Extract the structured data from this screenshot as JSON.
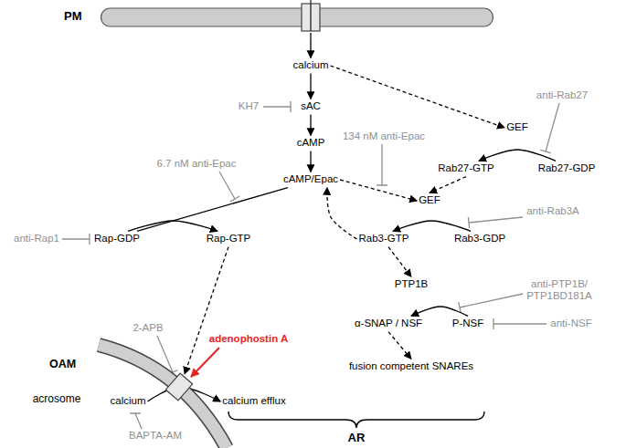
{
  "diagram": {
    "nodes": [
      {
        "text": [
          "PM"
        ]
      },
      {
        "text": [
          "calcium"
        ]
      },
      {
        "text": [
          "sAC"
        ]
      },
      {
        "text": [
          "cAMP"
        ]
      },
      {
        "text": [
          "cAMP/Epac"
        ]
      },
      {
        "text": [
          "Rap-GDP"
        ]
      },
      {
        "text": [
          "Rap-GTP"
        ]
      },
      {
        "text": [
          "GEF"
        ]
      },
      {
        "text": [
          "Rab27-GTP"
        ]
      },
      {
        "text": [
          "Rab27-GDP"
        ]
      },
      {
        "text": [
          "GEF"
        ]
      },
      {
        "text": [
          "Rab3-GTP"
        ]
      },
      {
        "text": [
          "Rab3-GDP"
        ]
      },
      {
        "text": [
          "PTP1B"
        ]
      },
      {
        "text": [
          "α-SNAP / NSF"
        ]
      },
      {
        "text": [
          "P-NSF"
        ]
      },
      {
        "text": [
          "fusion competent SNAREs"
        ]
      },
      {
        "text": [
          "OAM"
        ]
      },
      {
        "text": [
          "calcium"
        ]
      },
      {
        "text": [
          "calcium efflux"
        ]
      }
    ],
    "edges": [
      {
        "from": 0,
        "to": 1,
        "arrow": "to"
      },
      {
        "from": 1,
        "to": 2,
        "arrow": "to"
      },
      {
        "from": 2,
        "to": 3,
        "arrow": "to"
      },
      {
        "from": 3,
        "to": 4,
        "arrow": "to"
      },
      {
        "from": 1,
        "to": 7,
        "arrow": "to"
      },
      {
        "from": 9,
        "to": 8,
        "arrow": "to"
      },
      {
        "from": 8,
        "to": 10,
        "arrow": "to"
      },
      {
        "from": 4,
        "to": 10,
        "arrow": "to"
      },
      {
        "from": 12,
        "to": 11,
        "arrow": "to"
      },
      {
        "from": 11,
        "to": 4,
        "arrow": "to"
      },
      {
        "from": 4,
        "to": 5,
        "arrow": "none"
      },
      {
        "from": 5,
        "to": 6,
        "arrow": "to"
      },
      {
        "from": 6,
        "to": 17,
        "arrow": "to"
      },
      {
        "from": 11,
        "to": 13,
        "arrow": "to"
      },
      {
        "from": 15,
        "to": 14,
        "arrow": "to"
      },
      {
        "from": 14,
        "to": 16,
        "arrow": "to"
      },
      {
        "from": 18,
        "to": 19,
        "arrow": "to"
      }
    ],
    "labels": [
      "KH7",
      "6.7 nM anti-Epac",
      "134 nM anti-Epac",
      "anti-Rap1",
      "anti-Rab27",
      "anti-Rab3A",
      "anti-PTP1B/ PTP1BD181A",
      "anti-NSF",
      "2-APB",
      "adenophostin A",
      "acrosome",
      "BAPTA-AM",
      "AR"
    ]
  }
}
